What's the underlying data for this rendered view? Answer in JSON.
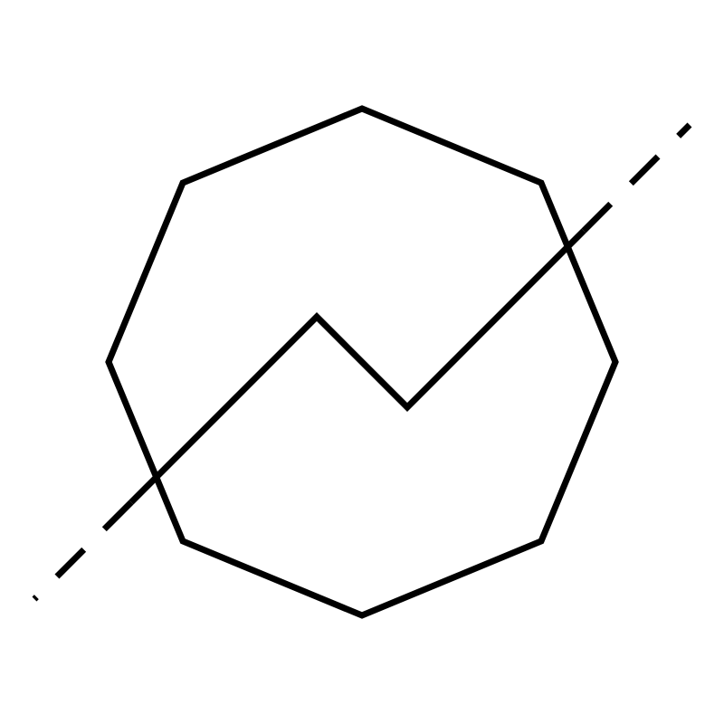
{
  "diagram": {
    "shapes": [
      "octagon",
      "zigzag-line",
      "dashed-line"
    ],
    "colors": {
      "stroke": "#000000",
      "background": "#ffffff"
    }
  }
}
